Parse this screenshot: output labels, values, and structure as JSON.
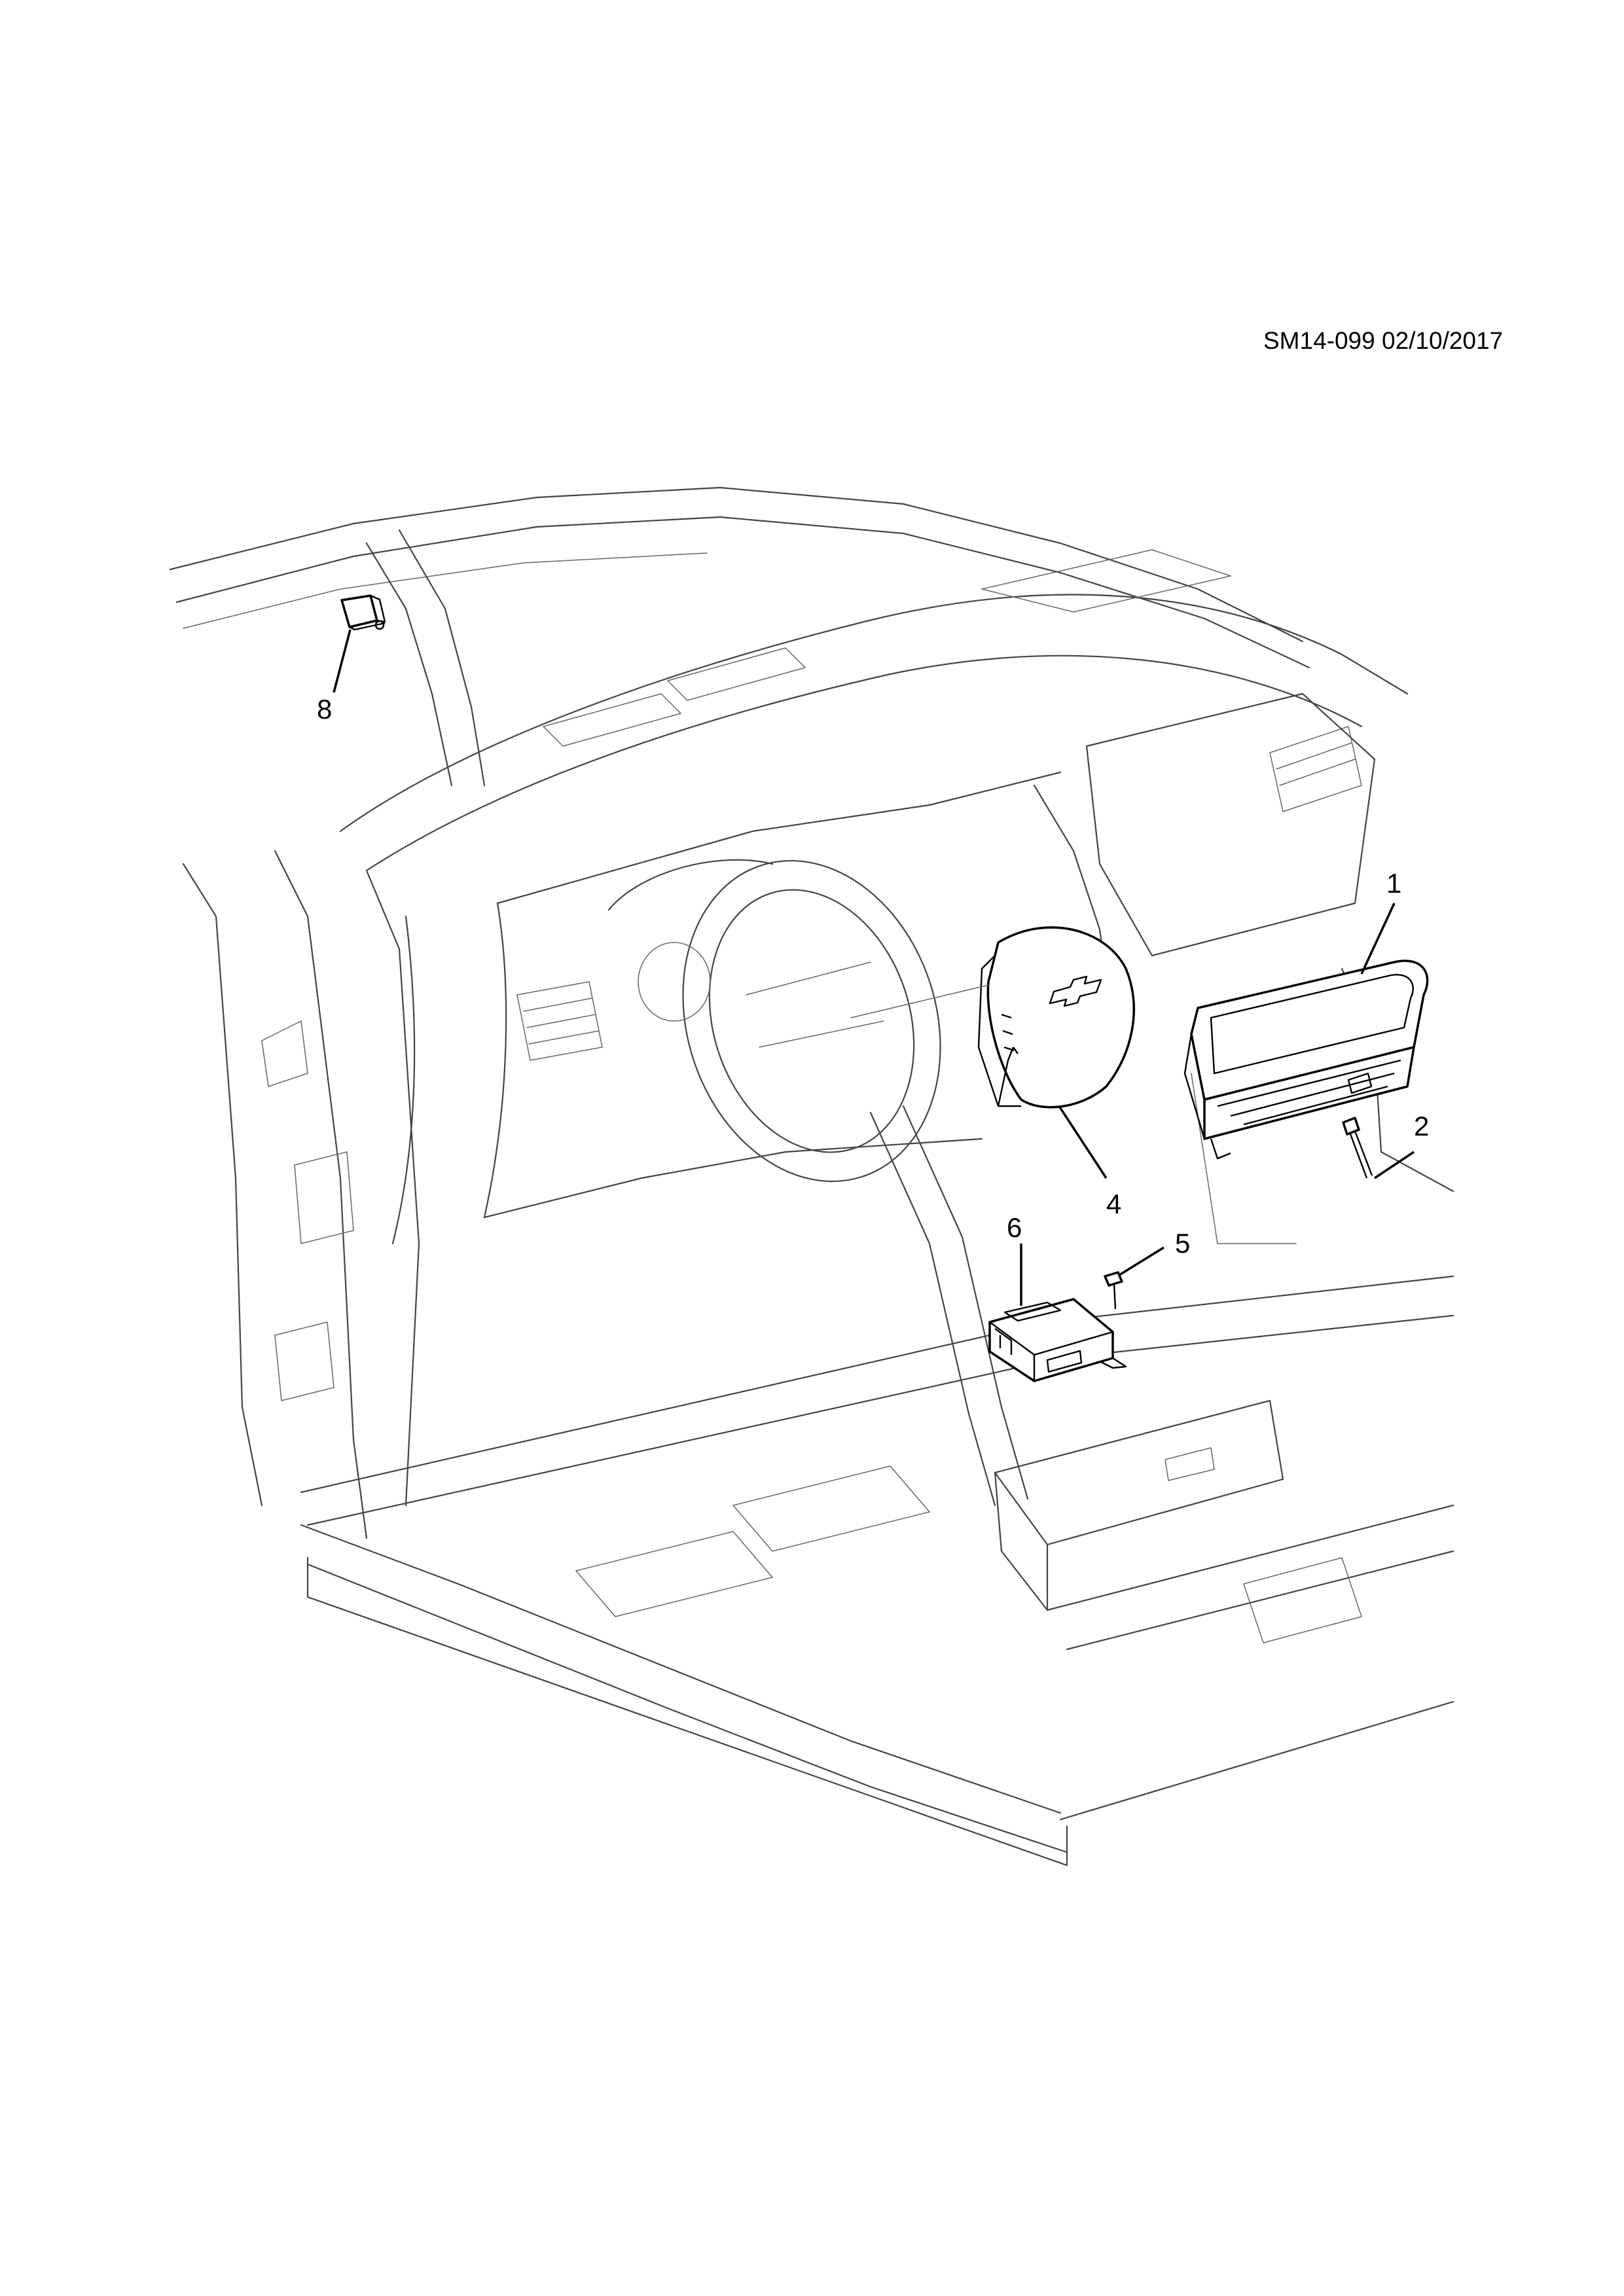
{
  "reference": "SM14-099 02/10/2017",
  "callouts": {
    "c1": "1",
    "c2": "2",
    "c4": "4",
    "c5": "5",
    "c6": "6",
    "c8": "8"
  },
  "emblem": "chevrolet-bowtie-logo"
}
